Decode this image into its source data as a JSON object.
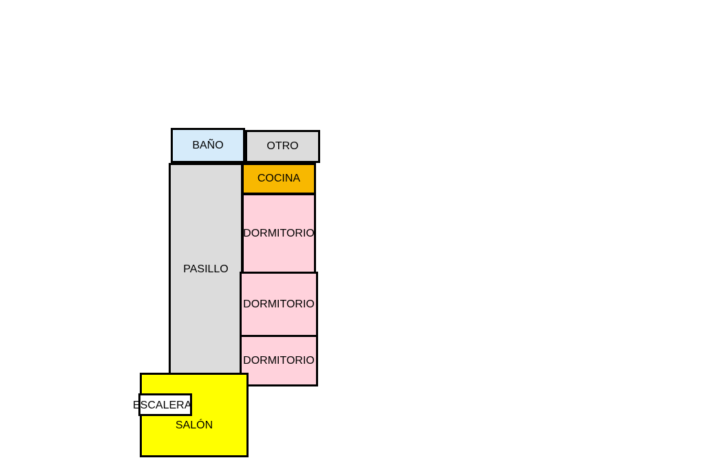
{
  "floorplan": {
    "rooms": {
      "bano": {
        "label": "BAÑO",
        "color": "#d6ebfa"
      },
      "otro": {
        "label": "OTRO",
        "color": "#dcdcdc"
      },
      "cocina": {
        "label": "COCINA",
        "color": "#f8b800"
      },
      "pasillo": {
        "label": "PASILLO",
        "color": "#dcdcdc"
      },
      "dormitorio_1": {
        "label": "DORMITORIO",
        "color": "#ffd2dc"
      },
      "dormitorio_2": {
        "label": "DORMITORIO",
        "color": "#ffd2dc"
      },
      "dormitorio_3": {
        "label": "DORMITORIO",
        "color": "#ffd2dc"
      },
      "salon": {
        "label": "SALÓN",
        "color": "#ffff00"
      },
      "escalera": {
        "label": "ESCALERA",
        "color": "#ffffff"
      }
    }
  }
}
